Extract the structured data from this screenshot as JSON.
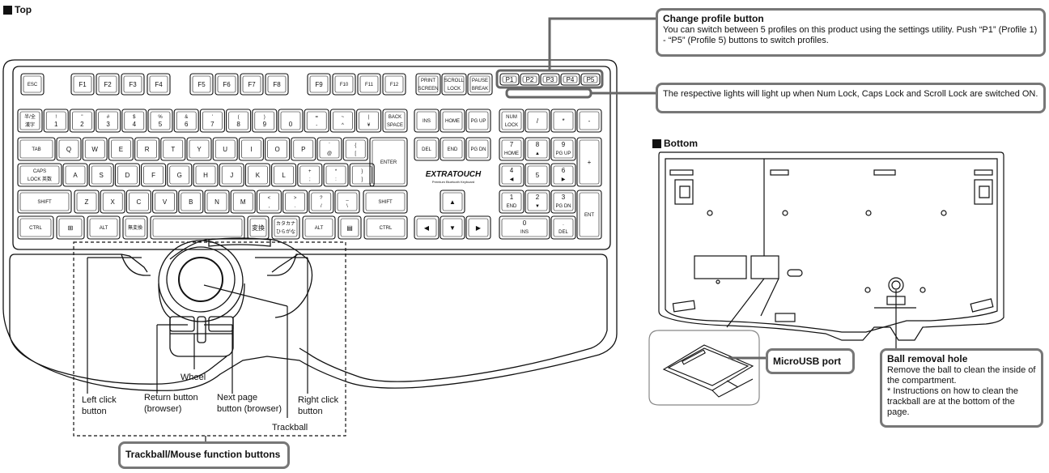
{
  "sections": {
    "top": "Top",
    "bottom": "Bottom"
  },
  "callouts": {
    "profile": {
      "title": "Change profile button",
      "text": "You can switch between 5 profiles on this product using the settings utility. Push “P1” (Profile 1) - “P5” (Profile 5) buttons to switch profiles."
    },
    "lights": {
      "text": "The respective lights will light up when Num Lock, Caps Lock and Scroll Lock are switched ON."
    },
    "microusb": {
      "title": "MicroUSB port"
    },
    "ball": {
      "title": "Ball removal hole",
      "text": "Remove the ball to clean the inside of the compartment.",
      "note": "* Instructions on how to clean the trackball are at the bottom of the page."
    },
    "trackball_group": {
      "title": "Trackball/Mouse function buttons"
    }
  },
  "labels": {
    "wheel": "Wheel",
    "left_click": [
      "Left click",
      "button"
    ],
    "return": [
      "Return button",
      "(browser)"
    ],
    "next": [
      "Next page",
      "button (browser)"
    ],
    "right_click": [
      "Right click",
      "button"
    ],
    "trackball": "Trackball"
  },
  "brand": {
    "logo": "EXTRATOUCH",
    "tagline": "Premium Bluetooth Keyboard"
  },
  "keys": {
    "fn_row": {
      "esc": "ESC",
      "f": [
        "F1",
        "F2",
        "F3",
        "F4",
        "F5",
        "F6",
        "F7",
        "F8",
        "F9",
        "F10",
        "F11",
        "F12"
      ],
      "sys": [
        [
          "PRINT",
          "SCREEN"
        ],
        [
          "SCROLL",
          "LOCK"
        ],
        [
          "PAUSE",
          "BREAK"
        ]
      ],
      "profiles": [
        "P1",
        "P2",
        "P3",
        "P4",
        "P5"
      ]
    },
    "num_row": [
      [
        "半/全",
        "漢字"
      ],
      [
        "!",
        "1"
      ],
      [
        "\"",
        "2"
      ],
      [
        "#",
        "3"
      ],
      [
        "$",
        "4"
      ],
      [
        "%",
        "5"
      ],
      [
        "&",
        "6"
      ],
      [
        "'",
        "7"
      ],
      [
        "(",
        "8"
      ],
      [
        ")",
        "9"
      ],
      [
        "",
        "0"
      ],
      [
        "=",
        "-"
      ],
      [
        "~",
        "^"
      ],
      [
        "|",
        "¥"
      ]
    ],
    "backspace": [
      "BACK",
      "SPACE"
    ],
    "tab": "TAB",
    "q_row": [
      "Q",
      "W",
      "E",
      "R",
      "T",
      "Y",
      "U",
      "I",
      "O",
      "P",
      [
        "`",
        "@"
      ],
      [
        "{",
        "["
      ]
    ],
    "enter": "ENTER",
    "caps": [
      "CAPS",
      "LOCK 英数"
    ],
    "a_row": [
      "A",
      "S",
      "D",
      "F",
      "G",
      "H",
      "J",
      "K",
      "L",
      [
        "+",
        ";"
      ],
      [
        "*",
        ":"
      ],
      [
        "}",
        "]"
      ]
    ],
    "shift": "SHIFT",
    "z_row": [
      "Z",
      "X",
      "C",
      "V",
      "B",
      "N",
      "M",
      [
        "<",
        ","
      ],
      [
        ">",
        "."
      ],
      [
        "?",
        "/"
      ],
      [
        "_",
        "\\"
      ]
    ],
    "bottom_row": {
      "ctrl": "CTRL",
      "win": "⊞",
      "alt": "ALT",
      "muhenkan": "無変換",
      "henkan": "変換",
      "kana": [
        "カタカナ",
        "ひらがな"
      ],
      "menu": "▤"
    },
    "nav": {
      "ins": "INS",
      "home": "HOME",
      "pgup": "PG UP",
      "del": "DEL",
      "end": "END",
      "pgdn": "PG DN"
    },
    "arrows": [
      "▲",
      "◀",
      "▼",
      "▶"
    ],
    "numpad": {
      "numlock": [
        "NUM",
        "LOCK"
      ],
      "slash": "/",
      "star": "*",
      "minus": "-",
      "plus": "+",
      "ent": "ENT",
      "seven": [
        "7",
        "HOME"
      ],
      "eight": [
        "8",
        "▲"
      ],
      "nine": [
        "9",
        "PG UP"
      ],
      "four": [
        "4",
        "◀"
      ],
      "five": "5",
      "six": [
        "6",
        "▶"
      ],
      "one": [
        "1",
        "END"
      ],
      "two": [
        "2",
        "▼"
      ],
      "three": [
        "3",
        "PG DN"
      ],
      "zero": [
        "0",
        "INS"
      ],
      "dot": [
        ".",
        "DEL"
      ]
    }
  },
  "colors": {
    "line": "#111111",
    "callout_border": "#777777",
    "gray": "#888888"
  }
}
